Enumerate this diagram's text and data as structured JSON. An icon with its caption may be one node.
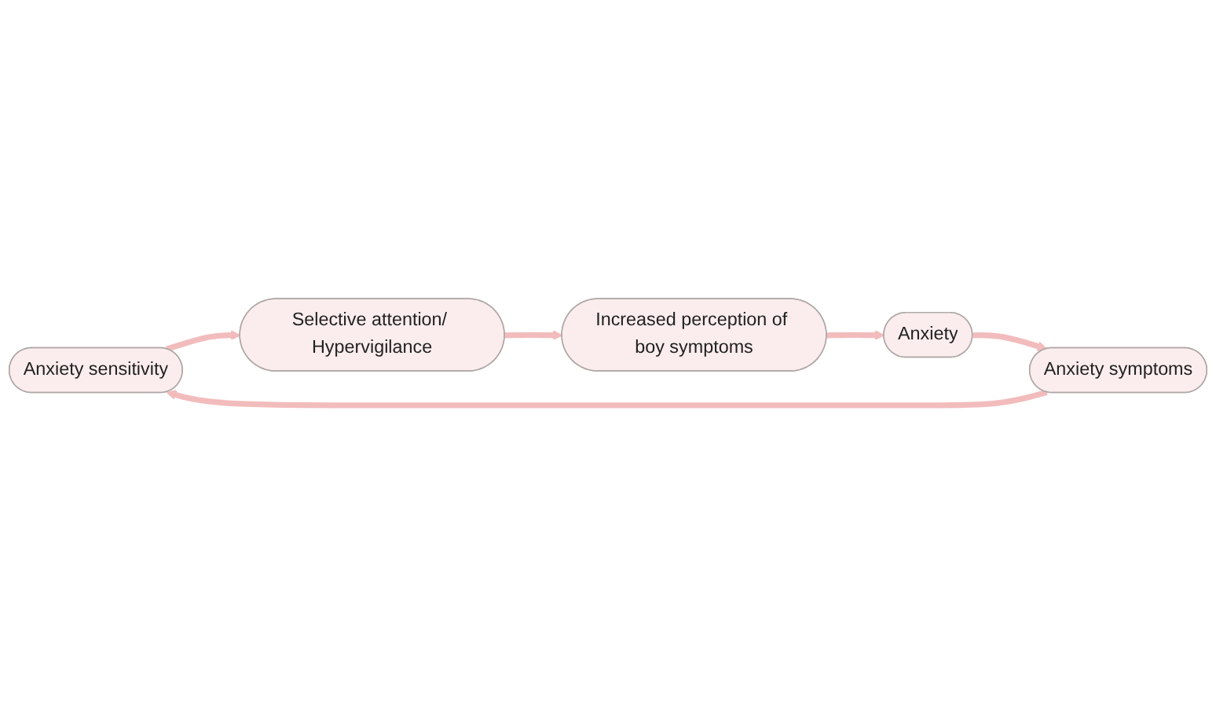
{
  "diagram": {
    "nodes": [
      {
        "text": [
          "Anxiety sensitivity"
        ]
      },
      {
        "text": [
          "Selective attention/ Hypervigilance"
        ]
      },
      {
        "text": [
          "Increased perception of boy symptoms"
        ]
      },
      {
        "text": [
          "Anxiety"
        ]
      },
      {
        "text": [
          "Anxiety symptoms"
        ]
      }
    ],
    "edges": [
      {
        "from": 0,
        "to": 1,
        "arrow": "to"
      },
      {
        "from": 1,
        "to": 2,
        "arrow": "to"
      },
      {
        "from": 2,
        "to": 3,
        "arrow": "to"
      },
      {
        "from": 3,
        "to": 4,
        "arrow": "to"
      },
      {
        "from": 4,
        "to": 0,
        "arrow": "to"
      }
    ]
  }
}
